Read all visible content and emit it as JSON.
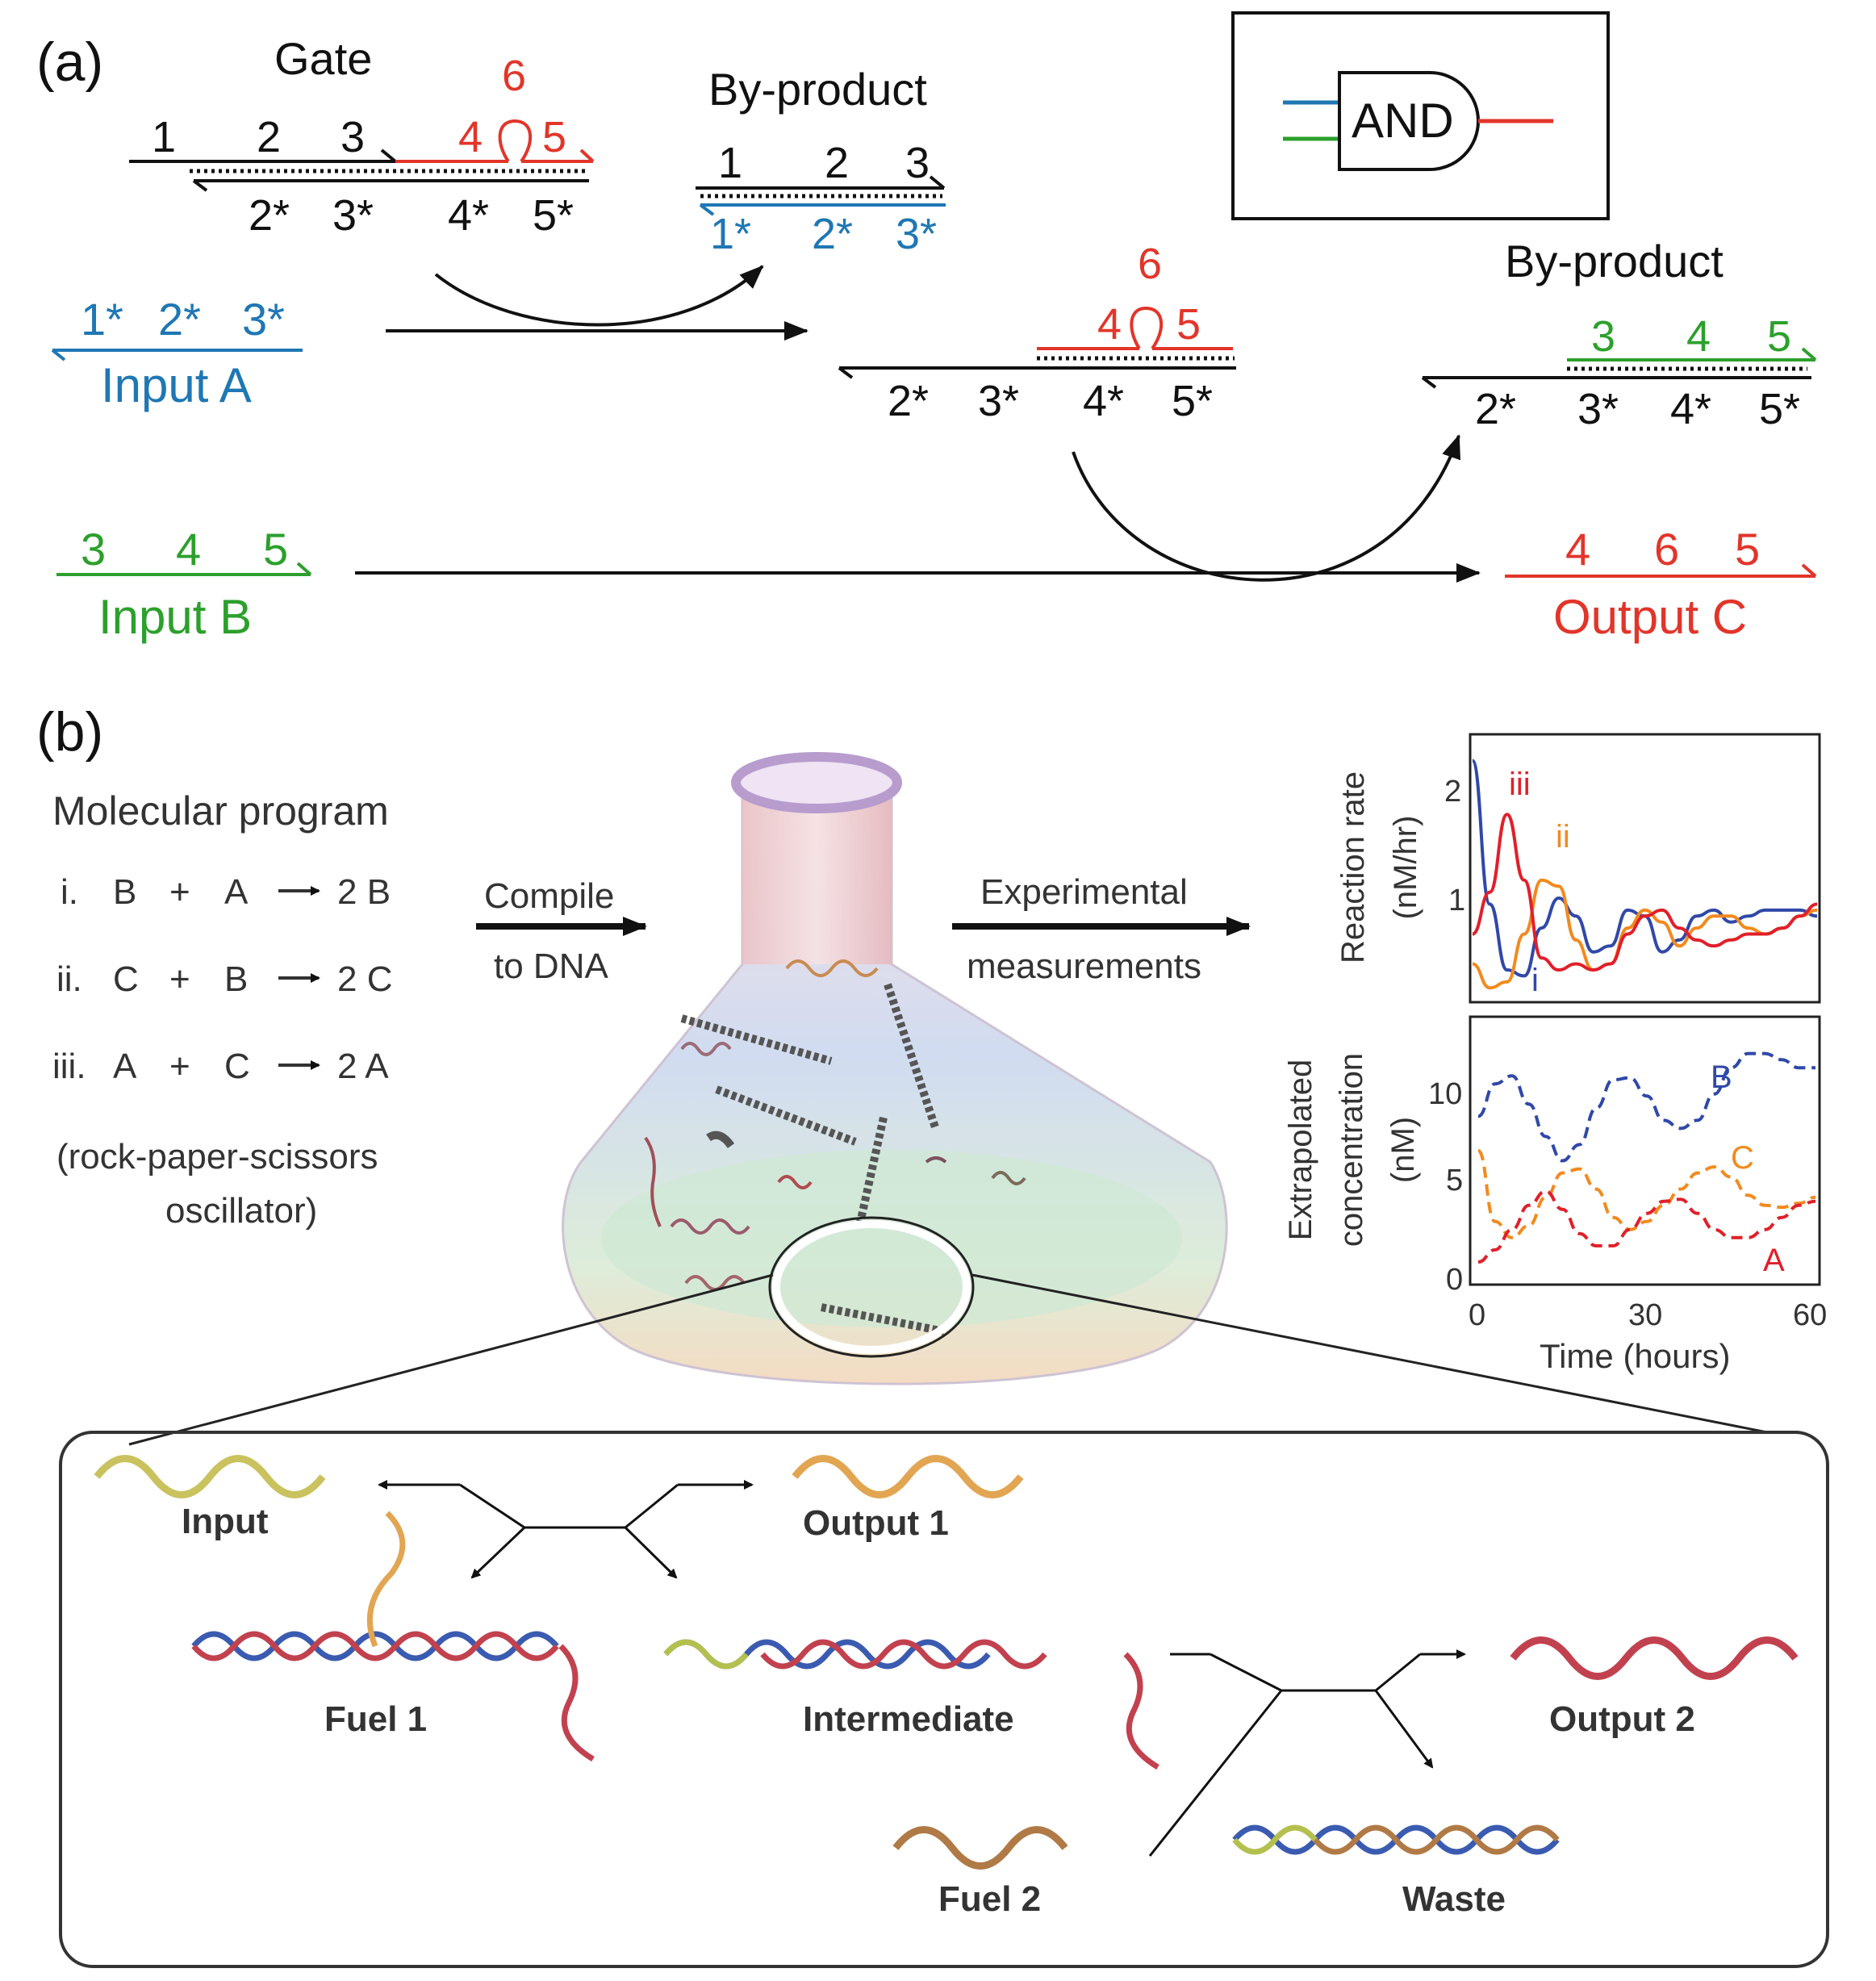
{
  "colors": {
    "blue": "#1f77b4",
    "green": "#2ca02c",
    "red": "#e2352a",
    "black": "#111111",
    "plot_red": "#e0202a",
    "plot_orange": "#f28a1e",
    "plot_blue": "#3048a8"
  },
  "panel_a": {
    "label": "(a)",
    "gate": {
      "title": "Gate",
      "top_1": "1",
      "top_2": "2",
      "top_3": "3",
      "top_4": "4",
      "top_5": "5",
      "loop": "6",
      "bot_2": "2*",
      "bot_3": "3*",
      "bot_4": "4*",
      "bot_5": "5*"
    },
    "byproduct1": {
      "title": "By-product",
      "top_1": "1",
      "top_2": "2",
      "top_3": "3",
      "bot_1": "1*",
      "bot_2": "2*",
      "bot_3": "3*"
    },
    "input_a": {
      "d1": "1*",
      "d2": "2*",
      "d3": "3*",
      "name": "Input A"
    },
    "intermediate": {
      "loop": "6",
      "top_4": "4",
      "top_5": "5",
      "bot_2": "2*",
      "bot_3": "3*",
      "bot_4": "4*",
      "bot_5": "5*"
    },
    "byproduct2": {
      "title": "By-product",
      "top_3": "3",
      "top_4": "4",
      "top_5": "5",
      "bot_2": "2*",
      "bot_3": "3*",
      "bot_4": "4*",
      "bot_5": "5*"
    },
    "input_b": {
      "d3": "3",
      "d4": "4",
      "d5": "5",
      "name": "Input B"
    },
    "output_c": {
      "d4": "4",
      "d6": "6",
      "d5": "5",
      "name": "Output C"
    },
    "and_gate": {
      "label": "AND"
    }
  },
  "panel_b": {
    "label": "(b)",
    "program": {
      "title": "Molecular program",
      "reactions": [
        {
          "num": "i.",
          "r1": "B",
          "plus": "+",
          "r2": "A",
          "product": "2 B"
        },
        {
          "num": "ii.",
          "r1": "C",
          "plus": "+",
          "r2": "B",
          "product": "2 C"
        },
        {
          "num": "iii.",
          "r1": "A",
          "plus": "+",
          "r2": "C",
          "product": "2 A"
        }
      ],
      "note_line1": "(rock-paper-scissors",
      "note_line2": "oscillator)"
    },
    "compile": {
      "line1": "Compile",
      "line2": "to DNA"
    },
    "experimental": {
      "line1": "Experimental",
      "line2": "measurements"
    },
    "zoom": {
      "input": "Input",
      "output1": "Output 1",
      "fuel1": "Fuel 1",
      "intermediate": "Intermediate",
      "output2": "Output 2",
      "fuel2": "Fuel 2",
      "waste": "Waste"
    }
  },
  "chart_data": [
    {
      "type": "line",
      "ylabel_line1": "Reaction rate",
      "ylabel_line2": "(nM/hr)",
      "xlim": [
        0,
        60
      ],
      "ylim": [
        0.3,
        2.5
      ],
      "yticks": [
        "1",
        "2"
      ],
      "x": [
        0,
        3,
        6,
        9,
        12,
        15,
        18,
        21,
        24,
        27,
        30,
        33,
        36,
        39,
        42,
        45,
        48,
        51,
        54,
        57,
        60
      ],
      "series": [
        {
          "name": "i",
          "color": "#3048a8",
          "values": [
            2.3,
            1.1,
            0.55,
            0.5,
            0.9,
            1.15,
            1.0,
            0.7,
            0.75,
            1.05,
            1.0,
            0.7,
            0.8,
            1.0,
            1.05,
            0.95,
            1.0,
            1.05,
            1.05,
            1.05,
            1.0
          ]
        },
        {
          "name": "ii",
          "color": "#f28a1e",
          "values": [
            0.6,
            0.4,
            0.45,
            0.85,
            1.3,
            1.25,
            0.8,
            0.55,
            0.6,
            0.9,
            1.05,
            0.95,
            0.75,
            0.9,
            1.0,
            1.0,
            0.9,
            0.85,
            0.9,
            1.0,
            1.05
          ]
        },
        {
          "name": "iii",
          "color": "#e0202a",
          "values": [
            0.85,
            1.2,
            1.85,
            1.3,
            0.65,
            0.55,
            0.6,
            0.55,
            0.6,
            0.85,
            1.0,
            1.05,
            0.9,
            0.8,
            0.75,
            0.8,
            0.85,
            0.85,
            0.9,
            1.0,
            1.1
          ]
        }
      ],
      "labels": {
        "i": "i",
        "ii": "ii",
        "iii": "iii"
      }
    },
    {
      "type": "line",
      "ylabel_line1": "Extrapolated",
      "ylabel_line2": "concentration",
      "ylabel_line3": "(nM)",
      "xlabel": "Time (hours)",
      "xlim": [
        0,
        60
      ],
      "ylim": [
        0,
        13
      ],
      "xticks": [
        "0",
        "30",
        "60"
      ],
      "yticks": [
        "0",
        "5",
        "10"
      ],
      "x": [
        0,
        3,
        6,
        9,
        12,
        15,
        18,
        21,
        24,
        27,
        30,
        33,
        36,
        39,
        42,
        45,
        48,
        51,
        54,
        57,
        60
      ],
      "series": [
        {
          "name": "B",
          "color": "#3048a8",
          "values": [
            8.2,
            9.8,
            10.2,
            8.8,
            7.2,
            6.0,
            6.8,
            8.6,
            10.0,
            10.1,
            9.2,
            8.0,
            7.6,
            8.0,
            9.3,
            10.6,
            11.3,
            11.3,
            11.0,
            10.6,
            10.6
          ]
        },
        {
          "name": "C",
          "color": "#f28a1e",
          "values": [
            6.5,
            3.0,
            2.2,
            2.8,
            4.2,
            5.4,
            5.6,
            4.6,
            3.2,
            2.6,
            3.0,
            3.8,
            4.6,
            5.4,
            5.7,
            5.2,
            4.3,
            3.8,
            3.7,
            3.9,
            4.2
          ]
        },
        {
          "name": "A",
          "color": "#e0202a",
          "values": [
            1.0,
            1.6,
            2.6,
            3.8,
            4.5,
            3.6,
            2.4,
            1.8,
            1.8,
            2.6,
            3.4,
            4.0,
            4.1,
            3.4,
            2.6,
            2.2,
            2.2,
            2.6,
            3.2,
            3.8,
            4.0
          ]
        }
      ],
      "labels": {
        "A": "A",
        "B": "B",
        "C": "C"
      }
    }
  ]
}
